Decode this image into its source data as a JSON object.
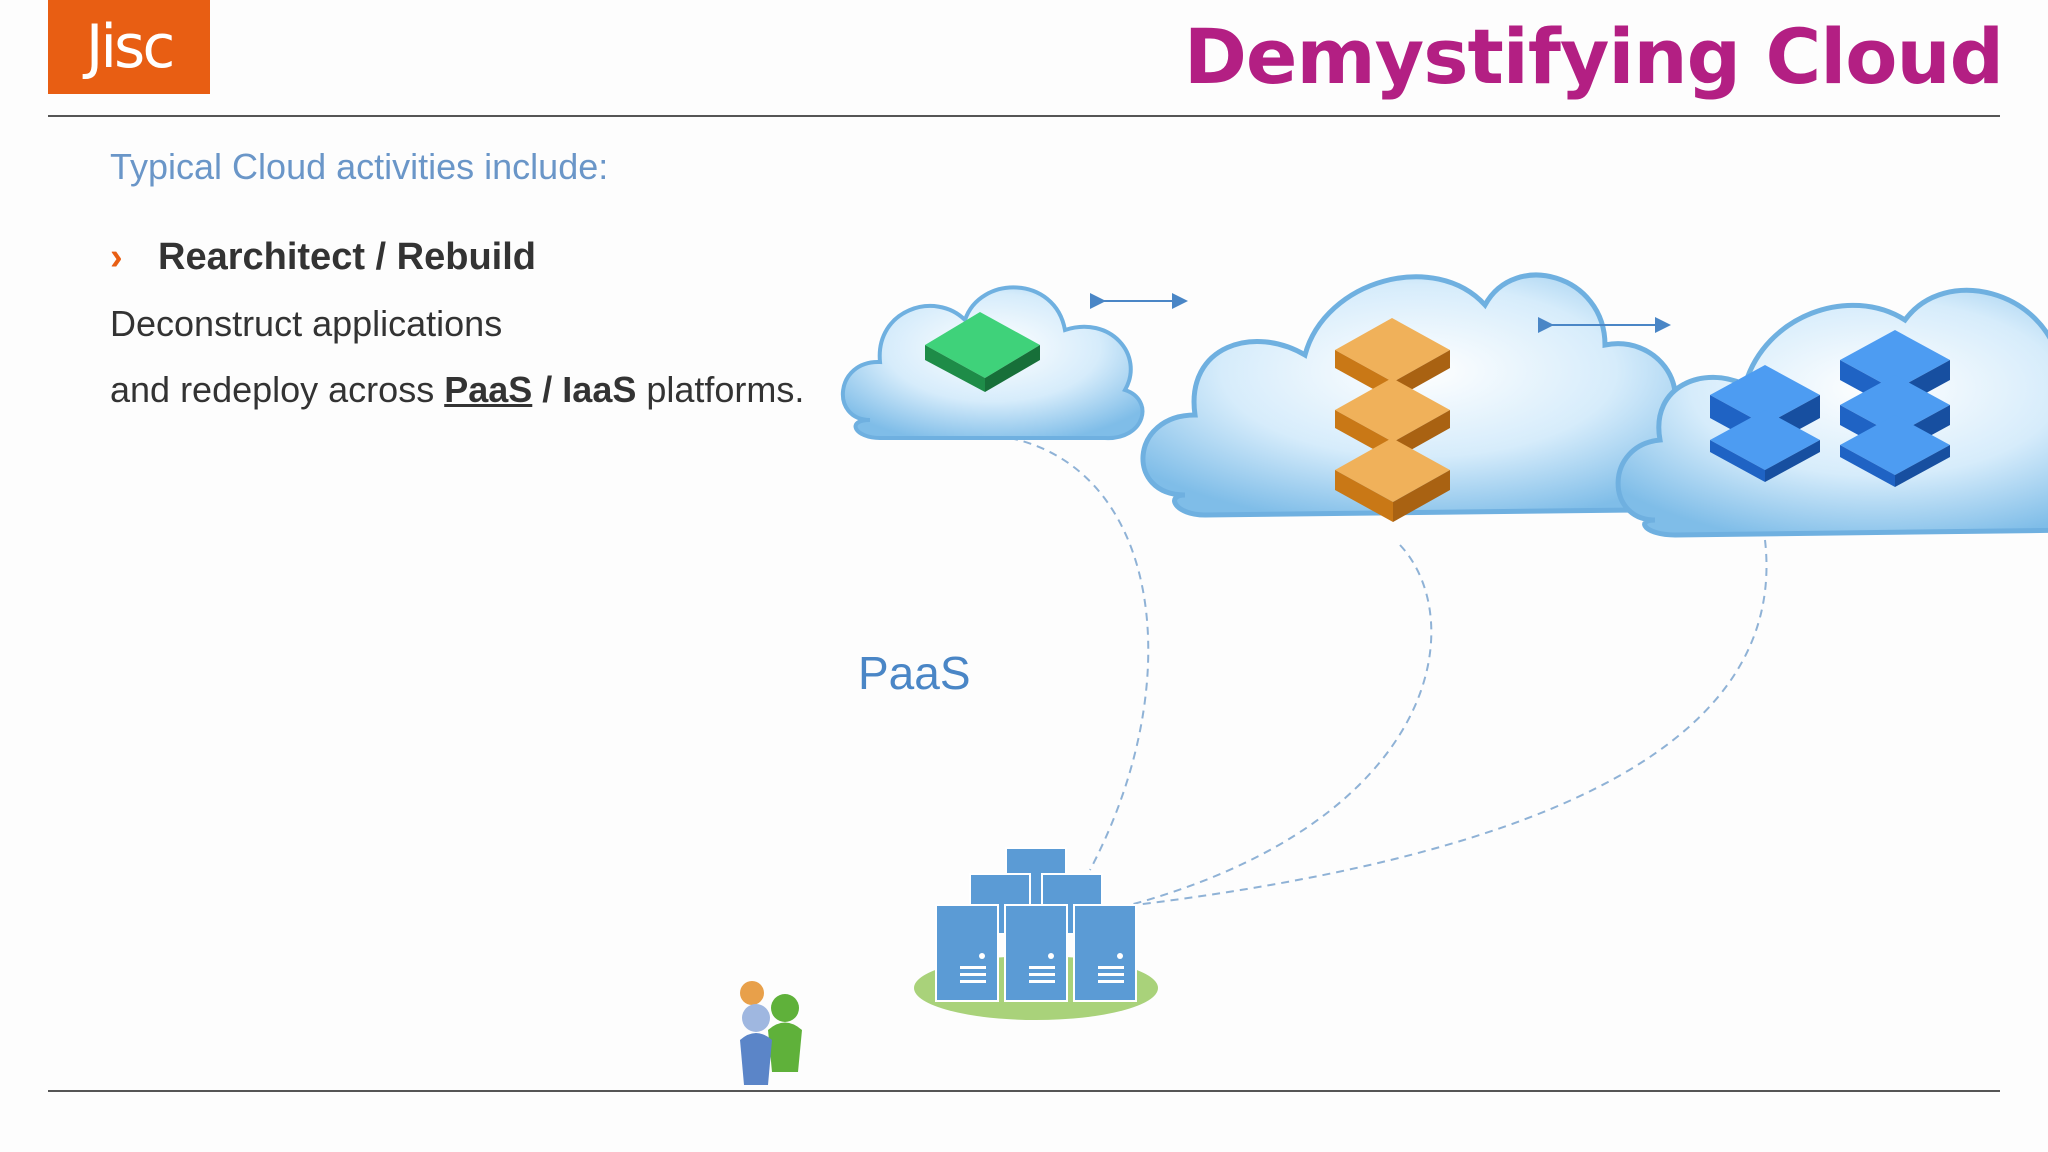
{
  "logo": {
    "text": "Jisc",
    "color": "#e85e13"
  },
  "slide": {
    "title": "Demystifying Cloud",
    "subtitle": "Typical Cloud activities include:",
    "bullet": {
      "icon": "chevron-right-icon",
      "heading": "Rearchitect / Rebuild"
    },
    "line1": "Deconstruct applications",
    "line2": {
      "prefix": "and redeploy  across ",
      "paas": "PaaS",
      "sep": " / ",
      "iaas": "IaaS",
      "suffix": " platforms."
    },
    "diagram_label": "PaaS"
  },
  "colors": {
    "title": "#b31f83",
    "accent": "#e85e13",
    "subtitle": "#6a96c8",
    "cloud": "#bfe0f6",
    "green_block": "#22a45a",
    "orange_block": "#e2922e",
    "blue_block": "#2f7fe0",
    "server": "#5b9bd5"
  },
  "icons": [
    "cloud-icon",
    "double-arrow-icon",
    "server-cluster-icon",
    "users-icon"
  ]
}
